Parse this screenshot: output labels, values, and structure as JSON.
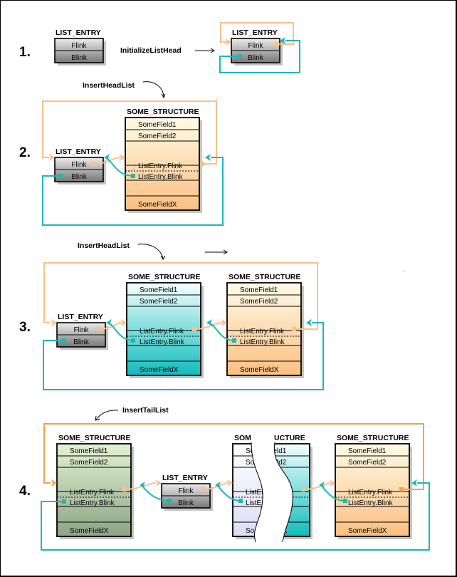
{
  "colors": {
    "flink": "#fac08a",
    "flink_dark": "#f5a04a",
    "blink": "#1ab8b8",
    "entry_top": "#e4e4e4",
    "entry_bottom": "#7a7a7a"
  },
  "labels": {
    "list_entry": "LIST_ENTRY",
    "some_structure": "SOME_STRUCTURE",
    "flink": "Flink",
    "blink": "Blink",
    "field1": "SomeField1",
    "field2": "SomeField2",
    "le_flink": "ListEntry.Flink",
    "le_blink": "ListEntry.Blink",
    "fieldx": "SomeFieldX",
    "cut_left_title": "SOM",
    "cut_right_title": "UCTURE"
  },
  "steps": [
    {
      "number": "1.",
      "operation": "InitializeListHead"
    },
    {
      "number": "2.",
      "operation": "InsertHeadList"
    },
    {
      "number": "3.",
      "operation": "InsertHeadList"
    },
    {
      "number": "4.",
      "operation": "InsertTailList"
    }
  ]
}
